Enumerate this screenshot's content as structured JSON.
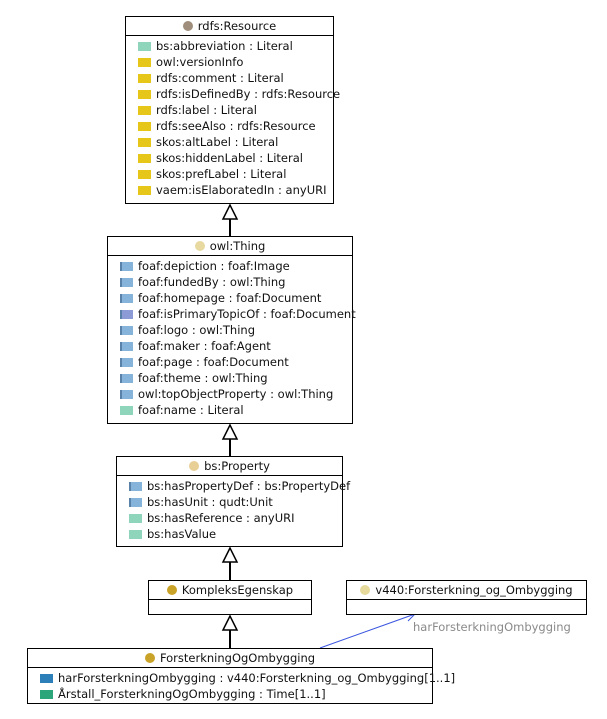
{
  "colors": {
    "resource_dot": "#a08e7c",
    "thing_dot": "#e8d9a0",
    "property_dot": "#e8cf96",
    "komplex_dot": "#c9a228",
    "v440_dot": "#e6da9c",
    "forsterk_dot": "#c9a228",
    "annotation_prop": "#e6c619",
    "literal_prop": "#8ed5bb",
    "object_prop": "#86b3d9",
    "primary_topic_prop": "#8c9bd6",
    "assoc_obj": "#2c7fb8",
    "assoc_dt": "#2aa67a",
    "assoc_line": "#3b56e0"
  },
  "classes": {
    "resource": {
      "name": "rdfs:Resource",
      "attributes": [
        {
          "text": "bs:abbreviation : Literal",
          "kind": "literal"
        },
        {
          "text": "owl:versionInfo",
          "kind": "annotation"
        },
        {
          "text": "rdfs:comment : Literal",
          "kind": "annotation"
        },
        {
          "text": "rdfs:isDefinedBy : rdfs:Resource",
          "kind": "annotation"
        },
        {
          "text": "rdfs:label : Literal",
          "kind": "annotation"
        },
        {
          "text": "rdfs:seeAlso : rdfs:Resource",
          "kind": "annotation"
        },
        {
          "text": "skos:altLabel : Literal",
          "kind": "annotation"
        },
        {
          "text": "skos:hiddenLabel : Literal",
          "kind": "annotation"
        },
        {
          "text": "skos:prefLabel : Literal",
          "kind": "annotation"
        },
        {
          "text": "vaem:isElaboratedIn : anyURI",
          "kind": "annotation"
        }
      ]
    },
    "thing": {
      "name": "owl:Thing",
      "attributes": [
        {
          "text": "foaf:depiction : foaf:Image",
          "kind": "object"
        },
        {
          "text": "foaf:fundedBy : owl:Thing",
          "kind": "object"
        },
        {
          "text": "foaf:homepage : foaf:Document",
          "kind": "object"
        },
        {
          "text": "foaf:isPrimaryTopicOf : foaf:Document",
          "kind": "primary"
        },
        {
          "text": "foaf:logo : owl:Thing",
          "kind": "object"
        },
        {
          "text": "foaf:maker : foaf:Agent",
          "kind": "object"
        },
        {
          "text": "foaf:page : foaf:Document",
          "kind": "object"
        },
        {
          "text": "foaf:theme : owl:Thing",
          "kind": "object"
        },
        {
          "text": "owl:topObjectProperty : owl:Thing",
          "kind": "object"
        },
        {
          "text": "foaf:name : Literal",
          "kind": "literal"
        }
      ]
    },
    "property": {
      "name": "bs:Property",
      "attributes": [
        {
          "text": "bs:hasPropertyDef : bs:PropertyDef",
          "kind": "object"
        },
        {
          "text": "bs:hasUnit : qudt:Unit",
          "kind": "object"
        },
        {
          "text": "bs:hasReference : anyURI",
          "kind": "literal"
        },
        {
          "text": "bs:hasValue",
          "kind": "literal"
        }
      ]
    },
    "komplex": {
      "name": "KompleksEgenskap"
    },
    "v440": {
      "name": "v440:Forsterkning_og_Ombygging"
    },
    "forsterk": {
      "name": "ForsterkningOgOmbygging",
      "attributes": [
        {
          "text": "harForsterkningOmbygging : v440:Forsterkning_og_Ombygging[1..1]",
          "kind": "assoc_obj"
        },
        {
          "text": "Årstall_ForsterkningOgOmbygging : Time[1..1]",
          "kind": "assoc_dt"
        }
      ]
    }
  },
  "association_label": "harForsterkningOmbygging"
}
